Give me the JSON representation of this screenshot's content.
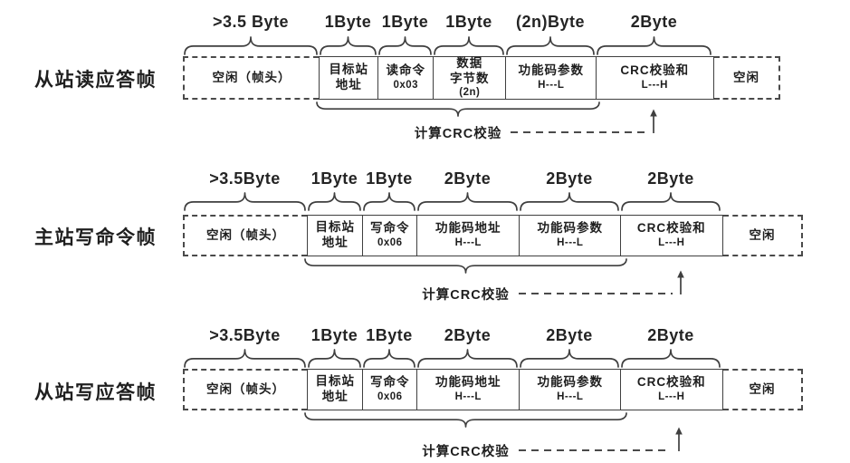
{
  "colors": {
    "background": "#ffffff",
    "line": "#3f3f3f",
    "text": "#1e1e1e"
  },
  "frames": [
    {
      "name": "从站读应答帧",
      "crc_note": "计算CRC校验",
      "fields": [
        {
          "byte": ">3.5 Byte",
          "label": "空闲（帧头）",
          "sub": "",
          "idle": true
        },
        {
          "byte": "1Byte",
          "label": "目标站\n地址",
          "sub": ""
        },
        {
          "byte": "1Byte",
          "label": "读命令",
          "sub": "0x03"
        },
        {
          "byte": "1Byte",
          "label": "数据\n字节数",
          "sub": "(2n)"
        },
        {
          "byte": "(2n)Byte",
          "label": "功能码参数",
          "sub": "H---L"
        },
        {
          "byte": "2Byte",
          "label": "CRC校验和",
          "sub": "L---H"
        },
        {
          "byte": "",
          "label": "空闲",
          "sub": "",
          "idle": true
        }
      ]
    },
    {
      "name": "主站写命令帧",
      "crc_note": "计算CRC校验",
      "fields": [
        {
          "byte": ">3.5Byte",
          "label": "空闲（帧头）",
          "sub": "",
          "idle": true
        },
        {
          "byte": "1Byte",
          "label": "目标站\n地址",
          "sub": ""
        },
        {
          "byte": "1Byte",
          "label": "写命令",
          "sub": "0x06"
        },
        {
          "byte": "2Byte",
          "label": "功能码地址",
          "sub": "H---L"
        },
        {
          "byte": "2Byte",
          "label": "功能码参数",
          "sub": "H---L"
        },
        {
          "byte": "2Byte",
          "label": "CRC校验和",
          "sub": "L---H"
        },
        {
          "byte": "",
          "label": "空闲",
          "sub": "",
          "idle": true
        }
      ]
    },
    {
      "name": "从站写应答帧",
      "crc_note": "计算CRC校验",
      "fields": [
        {
          "byte": ">3.5Byte",
          "label": "空闲（帧头）",
          "sub": "",
          "idle": true
        },
        {
          "byte": "1Byte",
          "label": "目标站\n地址",
          "sub": ""
        },
        {
          "byte": "1Byte",
          "label": "写命令",
          "sub": "0x06"
        },
        {
          "byte": "2Byte",
          "label": "功能码地址",
          "sub": "H---L"
        },
        {
          "byte": "2Byte",
          "label": "功能码参数",
          "sub": "H---L"
        },
        {
          "byte": "2Byte",
          "label": "CRC校验和",
          "sub": "L---H"
        },
        {
          "byte": "",
          "label": "空闲",
          "sub": "",
          "idle": true
        }
      ]
    }
  ]
}
